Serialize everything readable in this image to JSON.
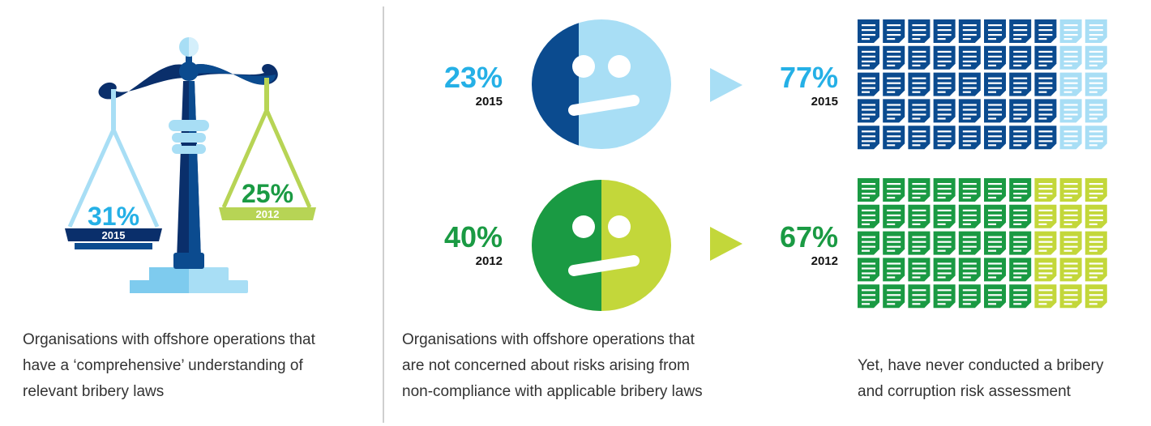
{
  "colors": {
    "dark_blue": "#0b4b8f",
    "navy": "#0a2f6b",
    "light_blue": "#a8def5",
    "cyan": "#25b0e6",
    "dark_green": "#1a9a43",
    "lime": "#c3d73a",
    "text": "#333333"
  },
  "panel_scale": {
    "icon": "balance-scale-icon",
    "left_pan": {
      "percent": "31%",
      "year": "2015"
    },
    "right_pan": {
      "percent": "25%",
      "year": "2012"
    },
    "caption": [
      "Organisations with offshore operations that",
      "have a ‘comprehensive’ understanding of",
      "relevant bribery laws"
    ]
  },
  "panel_faces": {
    "icon": "neutral-face-icon",
    "row_2015": {
      "percent": "23%",
      "year": "2015"
    },
    "row_2012": {
      "percent": "40%",
      "year": "2012"
    },
    "caption": [
      "Organisations with offshore operations that",
      "are not concerned about risks arising from",
      "non-compliance with applicable bribery laws"
    ]
  },
  "panel_docs": {
    "icon": "document-icon",
    "row_2015": {
      "percent": "77%",
      "year": "2015",
      "filled_fraction": 0.77
    },
    "row_2012": {
      "percent": "67%",
      "year": "2012",
      "filled_fraction": 0.67
    },
    "caption": [
      "Yet, have never conducted a bribery",
      "and corruption risk assessment"
    ]
  }
}
